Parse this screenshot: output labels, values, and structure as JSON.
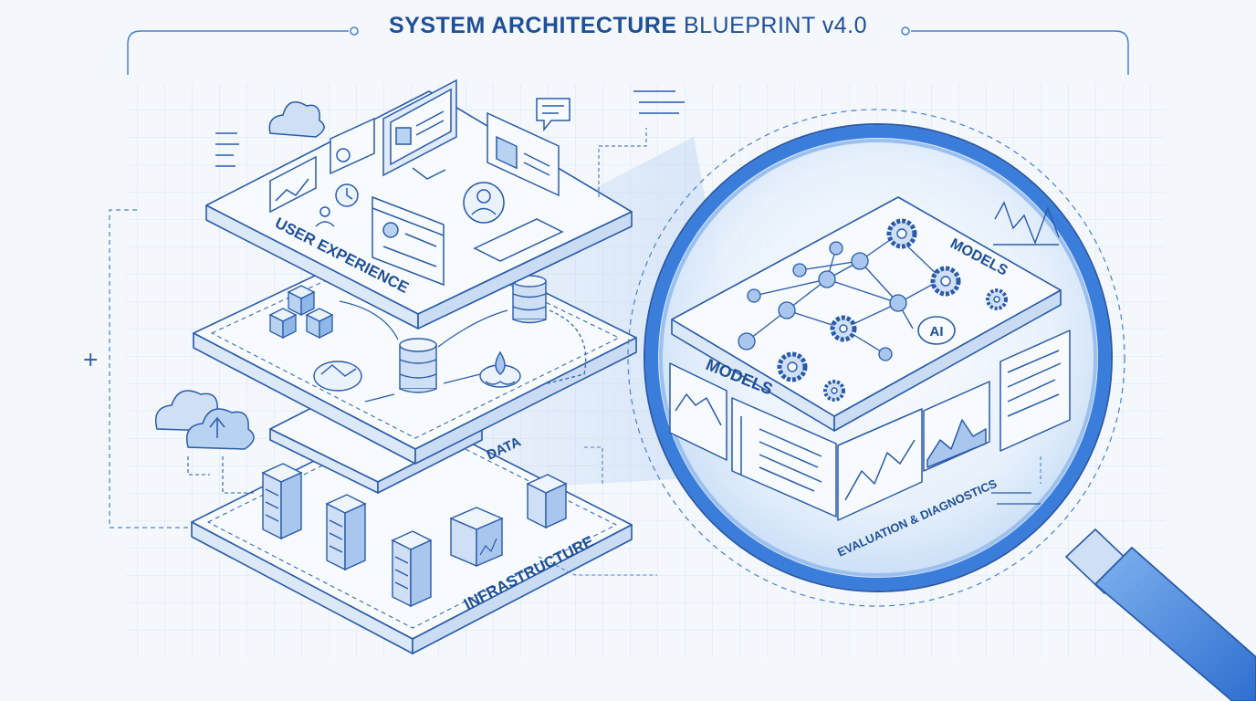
{
  "title": {
    "bold": "SYSTEM ARCHITECTURE",
    "light": "BLUEPRINT v4.0"
  },
  "layers": {
    "user_experience": "USER EXPERIENCE",
    "data": "DATA",
    "infrastructure": "INFRASTRUCTURE"
  },
  "magnified": {
    "models_top": "MODELS",
    "models_side": "MODELS",
    "ai_badge": "AI",
    "evaluation": "EVALUATION & DIAGNOSTICS"
  },
  "colors": {
    "background": "#f4f8fd",
    "ink": "#2a5aa8",
    "accent": "#3b7ddb",
    "grid": "#d8e4f3",
    "fill": "#eaf2fc"
  }
}
